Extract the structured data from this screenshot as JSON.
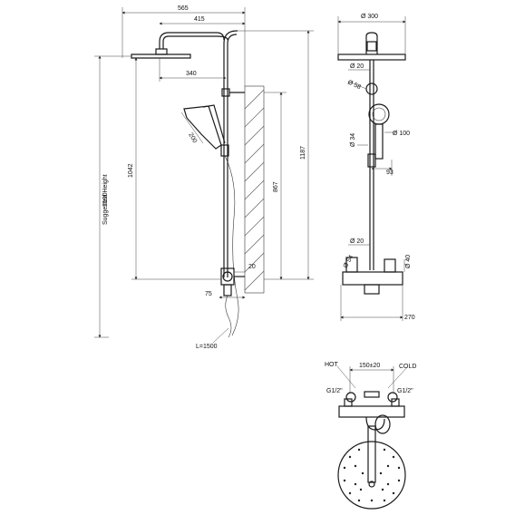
{
  "side_view": {
    "overall_width": "565",
    "arm_length": "415",
    "head_offset": "340",
    "suggested_height": "2100",
    "suggested_height_label": "Suggested Height",
    "head_height": "1042",
    "total_height": "1187",
    "bar_height": "867",
    "bottom_offset": "20",
    "valve_depth": "75",
    "hose_angle": "200",
    "hose_length": "L=1500"
  },
  "front_view": {
    "head_diameter": "Ø 300",
    "pipe_diameter_top": "Ø 20",
    "bracket_diameter": "Ø 58",
    "hand_shower_diameter": "Ø 100",
    "holder_diameter": "Ø 34",
    "holder_projection": "93",
    "pipe_diameter_bottom": "Ø 20",
    "knob_left_diameter": "Ø 54",
    "knob_right_diameter": "Ø 40",
    "valve_width": "270"
  },
  "bottom_view": {
    "hot_label": "HOT",
    "cold_label": "COLD",
    "inlet_spacing": "150±20",
    "inlet_left": "G1/2\"",
    "inlet_right": "G1/2\""
  }
}
